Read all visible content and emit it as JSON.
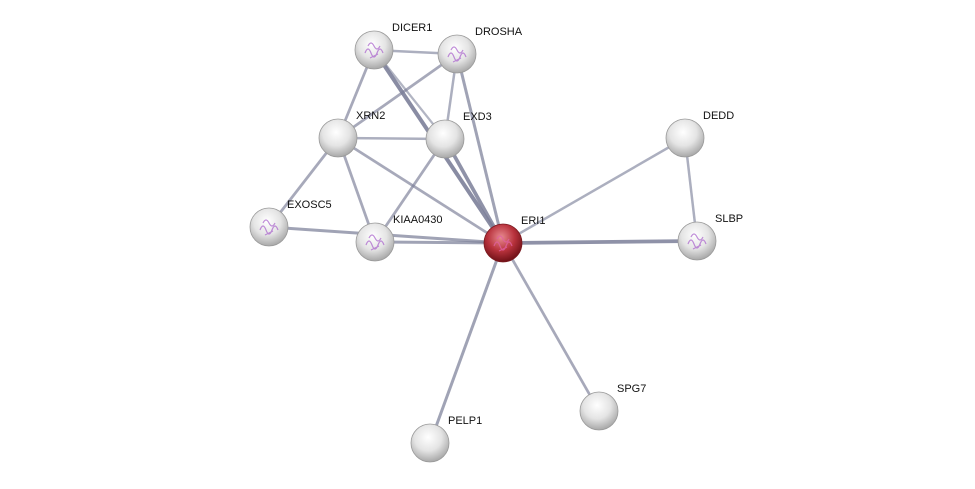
{
  "network": {
    "nodes": [
      {
        "id": "DICER1",
        "label": "DICER1",
        "query": false,
        "structure": true
      },
      {
        "id": "DROSHA",
        "label": "DROSHA",
        "query": false,
        "structure": true
      },
      {
        "id": "XRN2",
        "label": "XRN2",
        "query": false,
        "structure": false
      },
      {
        "id": "EXD3",
        "label": "EXD3",
        "query": false,
        "structure": false
      },
      {
        "id": "DEDD",
        "label": "DEDD",
        "query": false,
        "structure": false
      },
      {
        "id": "EXOSC5",
        "label": "EXOSC5",
        "query": false,
        "structure": true
      },
      {
        "id": "KIAA0430",
        "label": "KIAA0430",
        "query": false,
        "structure": true
      },
      {
        "id": "ERI1",
        "label": "ERI1",
        "query": true,
        "structure": true
      },
      {
        "id": "SLBP",
        "label": "SLBP",
        "query": false,
        "structure": true
      },
      {
        "id": "SPG7",
        "label": "SPG7",
        "query": false,
        "structure": false
      },
      {
        "id": "PELP1",
        "label": "PELP1",
        "query": false,
        "structure": false
      }
    ],
    "edges": [
      {
        "a": "DICER1",
        "b": "DROSHA",
        "strength": 0.4
      },
      {
        "a": "DICER1",
        "b": "XRN2",
        "strength": 0.5
      },
      {
        "a": "DICER1",
        "b": "EXD3",
        "strength": 0.3
      },
      {
        "a": "DICER1",
        "b": "ERI1",
        "strength": 1.0
      },
      {
        "a": "DROSHA",
        "b": "XRN2",
        "strength": 0.5
      },
      {
        "a": "DROSHA",
        "b": "EXD3",
        "strength": 0.4
      },
      {
        "a": "DROSHA",
        "b": "ERI1",
        "strength": 0.6
      },
      {
        "a": "XRN2",
        "b": "EXD3",
        "strength": 0.4
      },
      {
        "a": "XRN2",
        "b": "EXOSC5",
        "strength": 0.5
      },
      {
        "a": "XRN2",
        "b": "KIAA0430",
        "strength": 0.5
      },
      {
        "a": "XRN2",
        "b": "ERI1",
        "strength": 0.5
      },
      {
        "a": "EXD3",
        "b": "ERI1",
        "strength": 0.9
      },
      {
        "a": "EXD3",
        "b": "KIAA0430",
        "strength": 0.5
      },
      {
        "a": "EXOSC5",
        "b": "ERI1",
        "strength": 0.6
      },
      {
        "a": "KIAA0430",
        "b": "ERI1",
        "strength": 0.6
      },
      {
        "a": "DEDD",
        "b": "ERI1",
        "strength": 0.4
      },
      {
        "a": "DEDD",
        "b": "SLBP",
        "strength": 0.4
      },
      {
        "a": "SLBP",
        "b": "ERI1",
        "strength": 0.9
      },
      {
        "a": "SPG7",
        "b": "ERI1",
        "strength": 0.5
      },
      {
        "a": "PELP1",
        "b": "ERI1",
        "strength": 0.6
      }
    ]
  },
  "colors": {
    "edge": "#7c8099",
    "node": "#d8d8d8",
    "query": "#b8323c"
  }
}
